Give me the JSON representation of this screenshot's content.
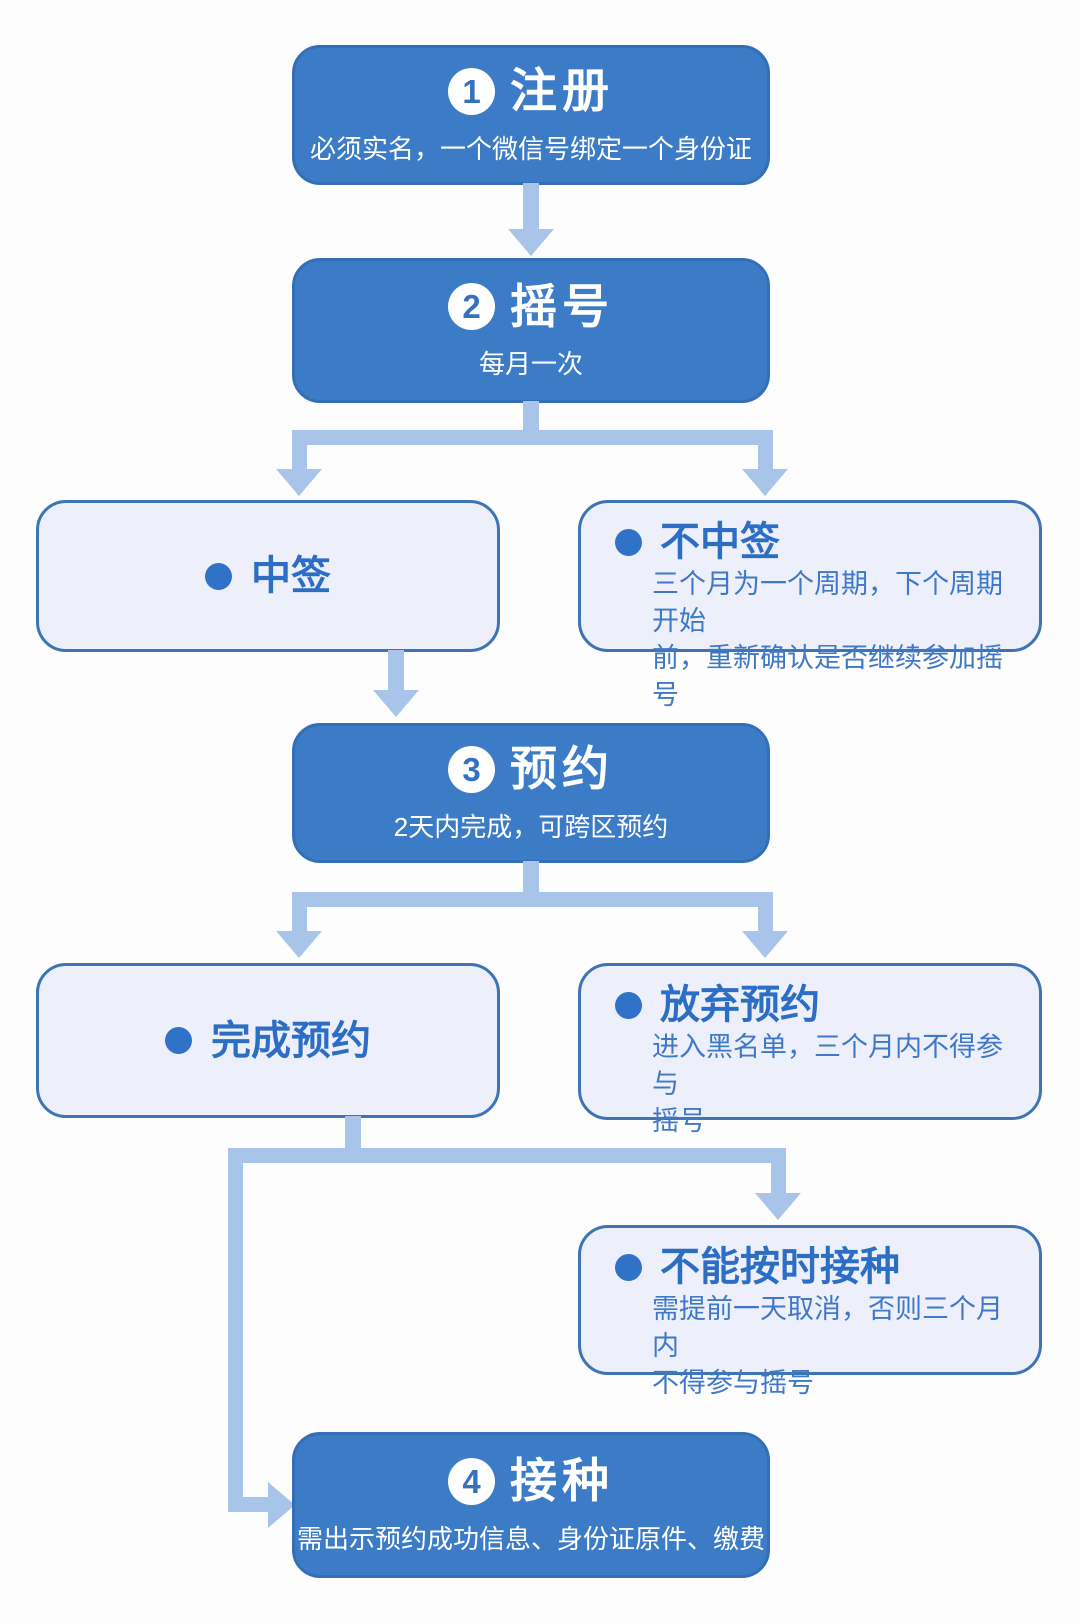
{
  "palette": {
    "step_box_fill": "#3c7cc7",
    "step_box_border": "#336fb6",
    "step_text": "#ffffff",
    "outcome_box_fill": "#edf0fa",
    "outcome_box_border": "#3e73b4",
    "outcome_title_text": "#2d6ec5",
    "outcome_body_text": "#3f78c6",
    "connector": "#a8c5e9",
    "background": "#fdfdfe"
  },
  "icons": {
    "bullet_dot": "●"
  },
  "steps": [
    {
      "number": "1",
      "title": "注册",
      "subtitle": "必须实名，一个微信号绑定一个身份证"
    },
    {
      "number": "2",
      "title": "摇号",
      "subtitle": "每月一次"
    },
    {
      "number": "3",
      "title": "预约",
      "subtitle": "2天内完成，可跨区预约"
    },
    {
      "number": "4",
      "title": "接种",
      "subtitle": "需出示预约成功信息、身份证原件、缴费"
    }
  ],
  "outcomes": [
    {
      "title": "中签",
      "lines": []
    },
    {
      "title": "不中签",
      "lines": [
        "三个月为一个周期，下个周期开始",
        "前，重新确认是否继续参加摇号"
      ]
    },
    {
      "title": "完成预约",
      "lines": []
    },
    {
      "title": "放弃预约",
      "lines": [
        "进入黑名单，三个月内不得参与",
        "摇号"
      ]
    },
    {
      "title": "不能按时接种",
      "lines": [
        "需提前一天取消，否则三个月内",
        "不得参与摇号"
      ]
    }
  ]
}
